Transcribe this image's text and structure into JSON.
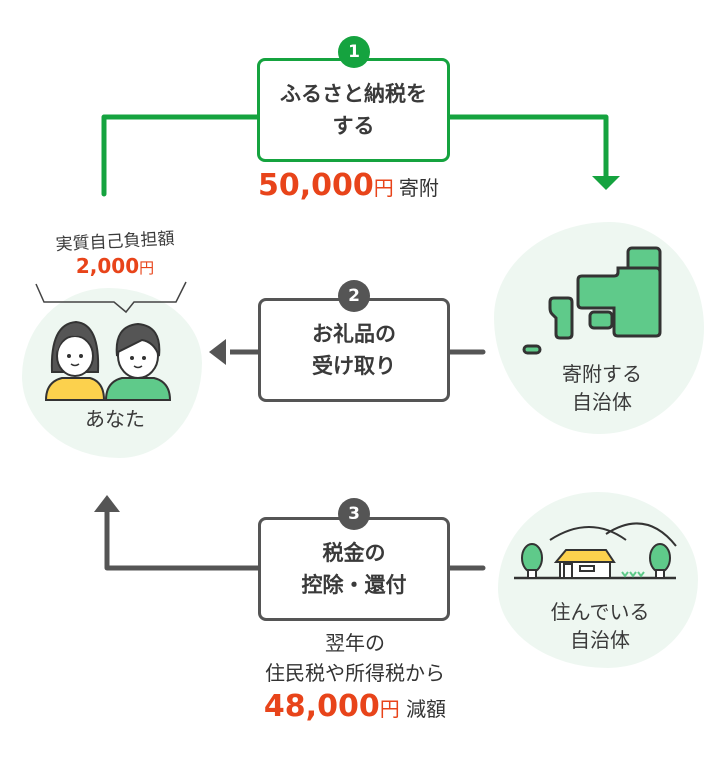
{
  "steps": [
    {
      "number": "1",
      "label_line1": "ふるさと納税を",
      "label_line2": "する"
    },
    {
      "number": "2",
      "label_line1": "お礼品の",
      "label_line2": "受け取り"
    },
    {
      "number": "3",
      "label_line1": "税金の",
      "label_line2": "控除・還付"
    }
  ],
  "donation": {
    "amount": "50,000",
    "unit": "円",
    "suffix": "寄附"
  },
  "self_burden": {
    "label": "実質自己負担額",
    "amount": "2,000",
    "unit": "円"
  },
  "you": {
    "label": "あなた"
  },
  "donate_municipality": {
    "line1": "寄附する",
    "line2": "自治体"
  },
  "home_municipality": {
    "line1": "住んでいる",
    "line2": "自治体"
  },
  "deduction": {
    "line1": "翌年の",
    "line2": "住民税や所得税から",
    "amount": "48,000",
    "unit": "円",
    "suffix": "減額"
  },
  "colors": {
    "green": "#15a33f",
    "gray": "#555555",
    "accent": "#e8441a",
    "blob": "#eef7f1",
    "fill_green": "#5fca8a",
    "fill_yellow": "#fcd14d"
  }
}
